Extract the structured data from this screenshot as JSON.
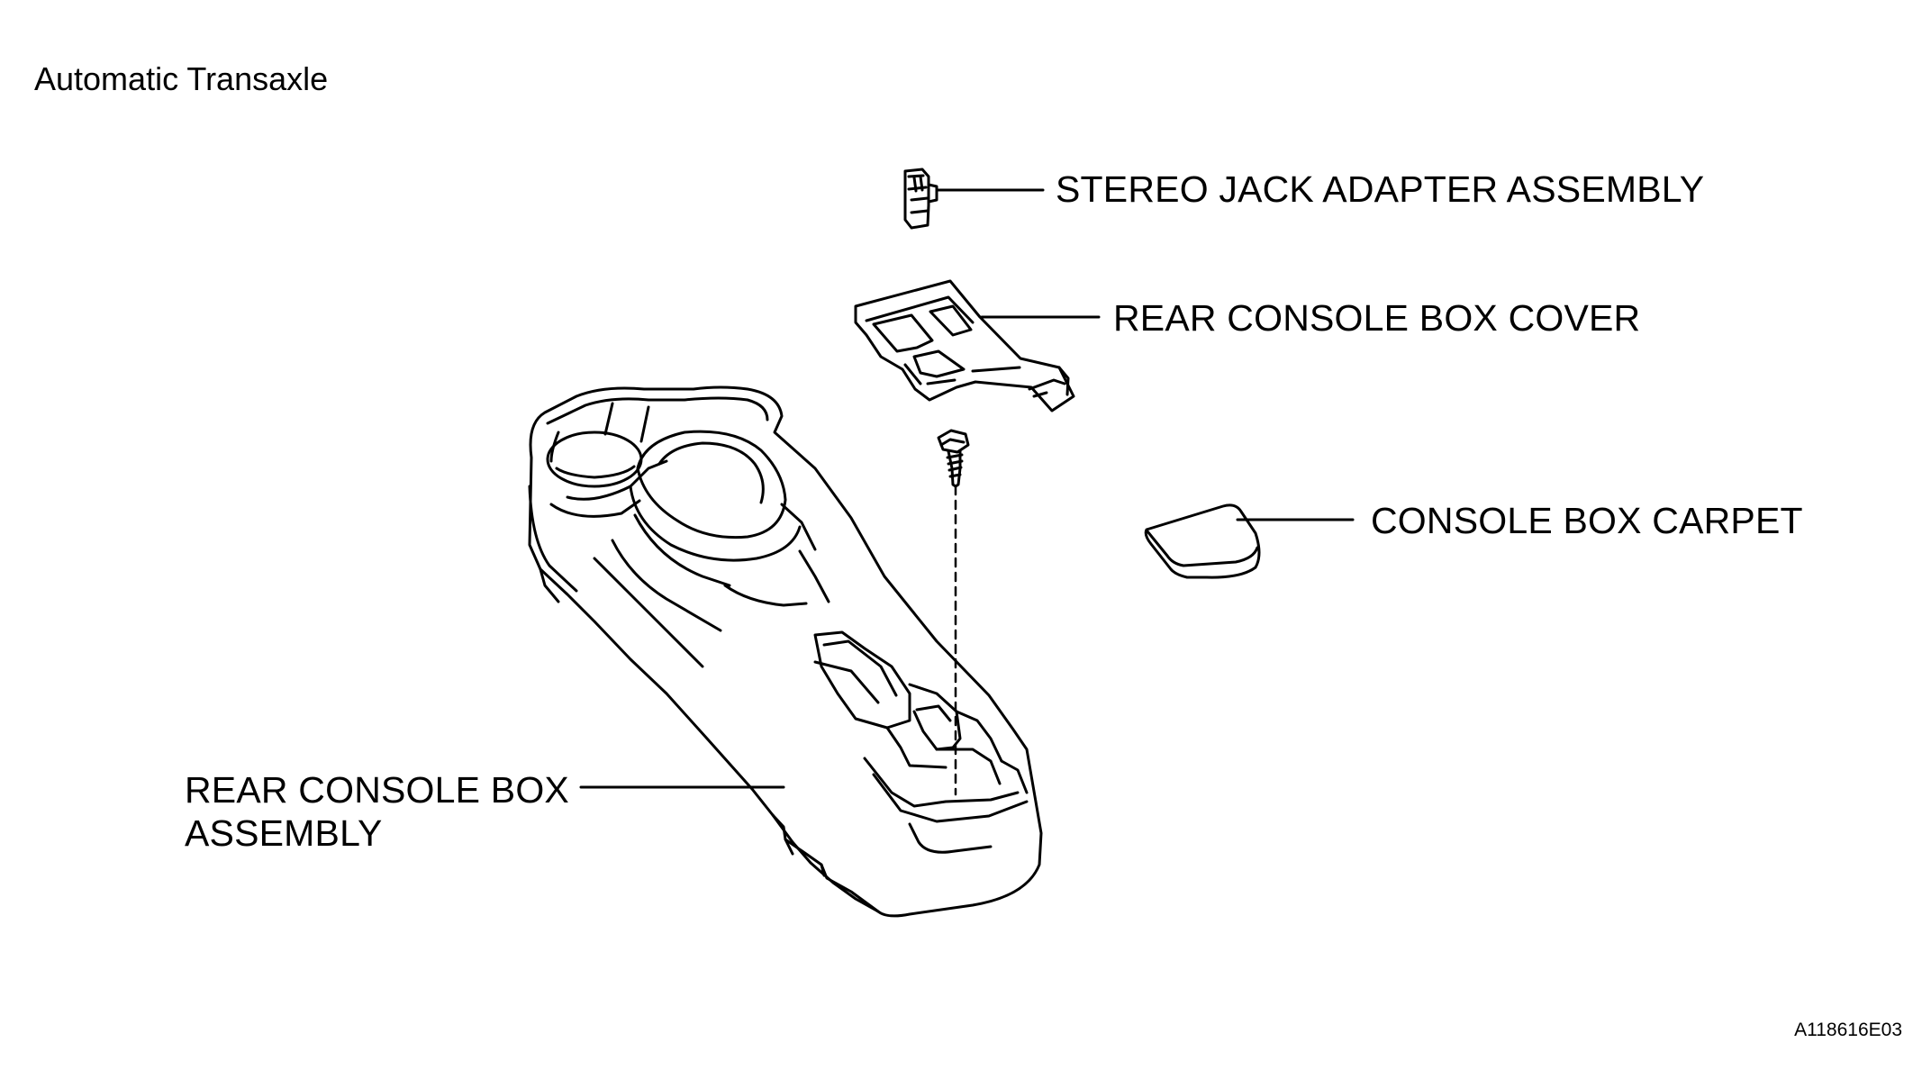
{
  "title": "Automatic Transaxle",
  "labels": {
    "stereo_jack": "STEREO JACK ADAPTER ASSEMBLY",
    "console_cover": "REAR CONSOLE BOX COVER",
    "console_carpet": "CONSOLE BOX CARPET",
    "console_box_line1": "REAR CONSOLE BOX",
    "console_box_line2": "ASSEMBLY"
  },
  "figure_id": "A118616E03"
}
